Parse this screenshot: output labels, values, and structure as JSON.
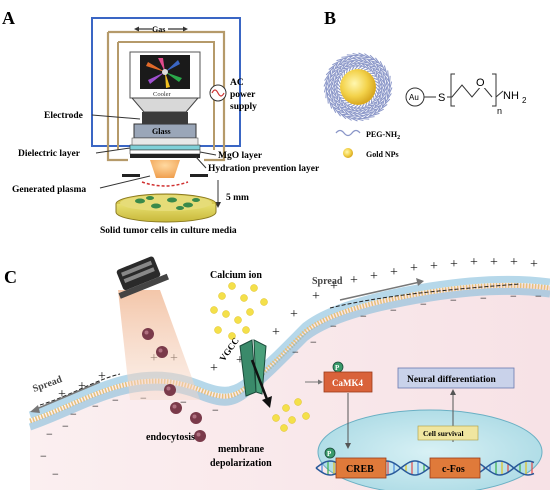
{
  "panel_a": {
    "letter": "A",
    "gas": "Gas",
    "cooler": "Cooler",
    "glass": "Glass",
    "ac_line1": "AC",
    "ac_line2": "power",
    "ac_line3": "supply",
    "electrode": "Electrode",
    "dielectric": "Dielectric layer",
    "mgo": "MgO layer",
    "hydration": "Hydration prevention layer",
    "plasma": "Generated plasma",
    "distance": "5 mm",
    "cells": "Solid tumor cells in culture media"
  },
  "panel_b": {
    "letter": "B",
    "au": "Au",
    "s": "S",
    "o": "O",
    "n": "n",
    "nh": "NH",
    "sub2": "2",
    "peg": "PEG-NH",
    "peg_sub": "2",
    "gold": "Gold NPs"
  },
  "panel_c": {
    "letter": "C",
    "calcium": "Calcium ion",
    "spread_right": "Spread",
    "spread_left": "Spread",
    "vgcc": "VGCC",
    "p": "P",
    "camk4": "CaMK4",
    "neural": "Neural differentiation",
    "cell_survival": "Cell survival",
    "creb": "CREB",
    "cfos": "c-Fos",
    "endocytosis": "endocytosis",
    "membrane_line1": "membrane",
    "membrane_line2": "depolarization"
  },
  "colors": {
    "frame_blue": "#3a66c4",
    "tan": "#b59a6a",
    "gold": "#f0d24a",
    "peg": "#8a96c8",
    "nucleus": "#bfe6ee",
    "camk4": "#d9623a",
    "creb": "#e07a3a",
    "neural_box": "#c9d2ea",
    "membrane": "#e6c07a",
    "spread_arrow": "#777777"
  },
  "icons": [
    "ac-source-icon",
    "plasma-cone-icon",
    "dna-helix-icon",
    "phosphate-icon",
    "vgcc-channel-icon",
    "plasma-device-icon"
  ]
}
